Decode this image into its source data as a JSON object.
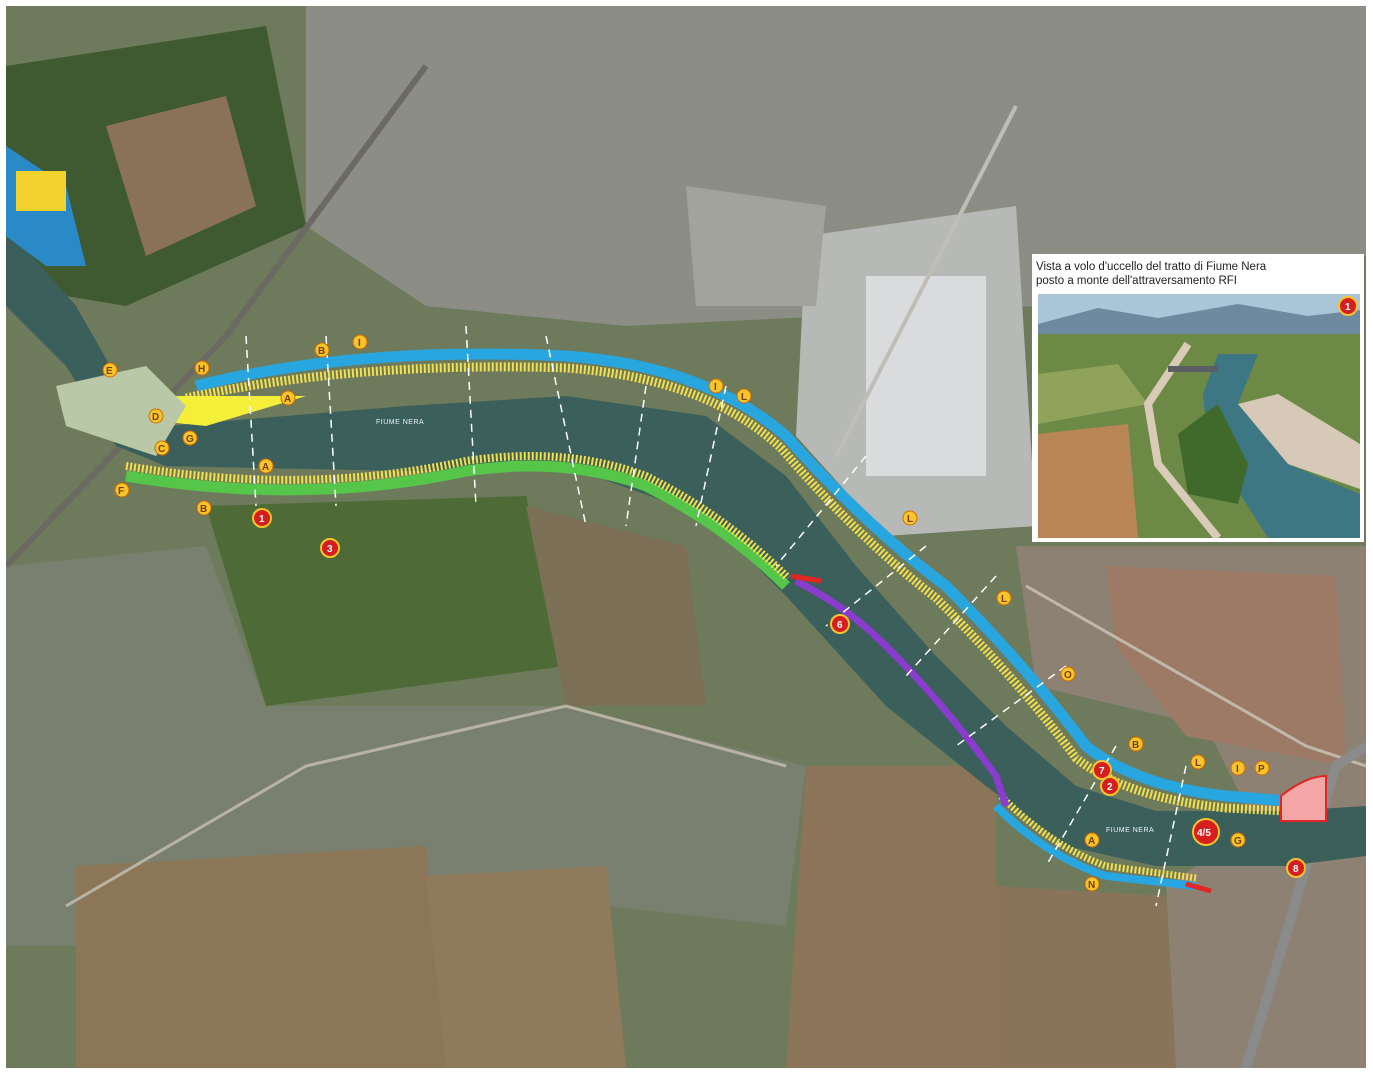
{
  "river": {
    "label_upper": "FIUME NERA",
    "label_lower": "FIUME NERA"
  },
  "inset": {
    "caption_line1": "Vista a volo d'uccello del tratto di Fiume Nera",
    "caption_line2": "posto a monte dell'attraversamento RFI",
    "marker": "1"
  },
  "yellow_markers": [
    {
      "label": "E"
    },
    {
      "label": "H"
    },
    {
      "label": "B"
    },
    {
      "label": "I"
    },
    {
      "label": "D"
    },
    {
      "label": "A"
    },
    {
      "label": "C"
    },
    {
      "label": "G"
    },
    {
      "label": "F"
    },
    {
      "label": "A"
    },
    {
      "label": "B"
    },
    {
      "label": "I"
    },
    {
      "label": "L"
    },
    {
      "label": "L"
    },
    {
      "label": "L"
    },
    {
      "label": "O"
    },
    {
      "label": "B"
    },
    {
      "label": "L"
    },
    {
      "label": "I"
    },
    {
      "label": "P"
    },
    {
      "label": "G"
    },
    {
      "label": "A"
    },
    {
      "label": "N"
    }
  ],
  "red_markers": [
    {
      "label": "1"
    },
    {
      "label": "3"
    },
    {
      "label": "6"
    },
    {
      "label": "7"
    },
    {
      "label": "2"
    },
    {
      "label": "4/5"
    },
    {
      "label": "8"
    }
  ],
  "colors": {
    "field": "#7e6d52",
    "vegetation": "#3d5a2b",
    "river": "#3b5f5a",
    "path_blue": "#27a6e0",
    "path_yellow": "#f4e04a",
    "path_purple": "#8a3ccf",
    "marker_yellow": "#f6c52c",
    "marker_red": "#d71e1e"
  }
}
